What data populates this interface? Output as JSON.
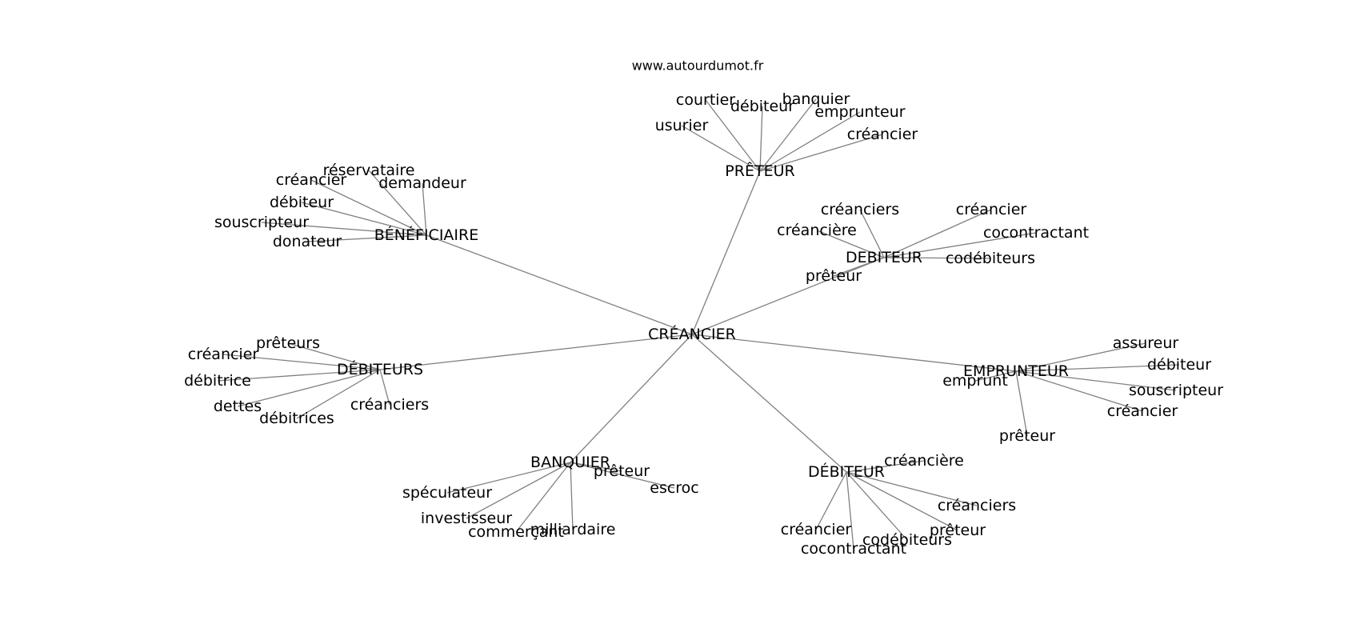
{
  "site": "www.autourdumot.fr",
  "center": "CRÉANCIER",
  "hubs": [
    {
      "id": "preteur",
      "label": "PRÊTEUR",
      "leaves": [
        "usurier",
        "courtier",
        "débiteur",
        "banquier",
        "emprunteur",
        "créancier"
      ]
    },
    {
      "id": "beneficiaire",
      "label": "BÉNÉFICIAIRE",
      "leaves": [
        "réservataire",
        "créancier",
        "demandeur",
        "débiteur",
        "souscripteur",
        "donateur"
      ]
    },
    {
      "id": "debiteur-a",
      "label": "DEBITEUR",
      "leaves": [
        "créanciers",
        "créancier",
        "créancière",
        "cocontractant",
        "codébiteurs",
        "prêteur"
      ]
    },
    {
      "id": "debiteurs",
      "label": "DÉBITEURS",
      "leaves": [
        "prêteurs",
        "créancier",
        "débitrice",
        "dettes",
        "débitrices",
        "créanciers"
      ]
    },
    {
      "id": "emprunteur",
      "label": "EMPRUNTEUR",
      "leaves": [
        "assureur",
        "débiteur",
        "emprunt",
        "souscripteur",
        "créancier",
        "prêteur"
      ]
    },
    {
      "id": "banquier",
      "label": "BANQUIER",
      "leaves": [
        "prêteur",
        "escroc",
        "spéculateur",
        "investisseur",
        "commerçant",
        "milliardaire"
      ]
    },
    {
      "id": "debiteur-b",
      "label": "DÉBITEUR",
      "leaves": [
        "créancière",
        "créanciers",
        "prêteur",
        "créancier",
        "codébiteurs",
        "cocontractant"
      ]
    }
  ]
}
